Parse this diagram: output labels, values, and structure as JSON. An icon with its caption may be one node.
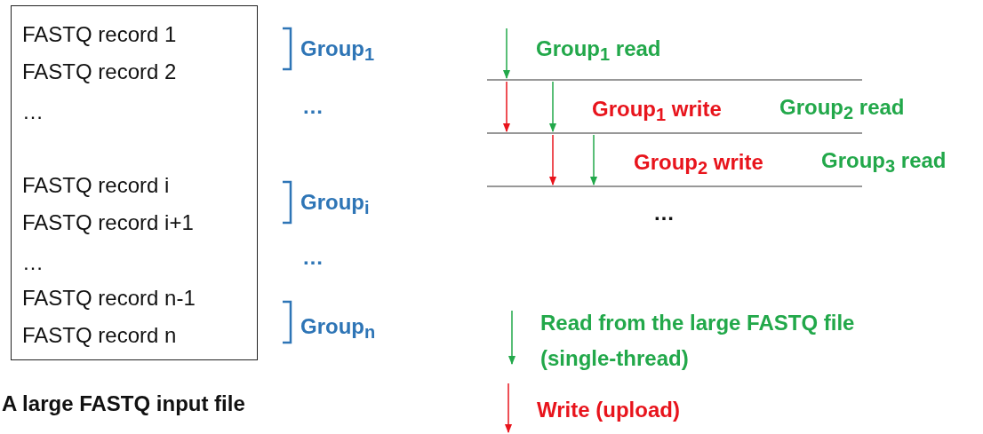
{
  "diagram": {
    "nodes": [
      {
        "text": [
          "FASTQ record 1",
          "FASTQ record 2",
          "…",
          "FASTQ record i",
          "FASTQ record i+1",
          "…",
          "FASTQ record n-1",
          "FASTQ record n"
        ],
        "beside": [
          "A large FASTQ input file"
        ]
      }
    ],
    "labels": [
      "Group$_{1}$",
      "…",
      "Group$_{i}$",
      "…",
      "Group$_{n}$",
      "Group$_{1}$ read",
      "Group$_{1}$ write",
      "Group$_{2}$ read",
      "Group$_{2}$ write",
      "Group$_{3}$ read",
      "…"
    ],
    "legend": [
      {
        "text": "Read from the large FASTQ file (single-thread)"
      },
      {
        "text": "Write (upload)"
      }
    ]
  }
}
